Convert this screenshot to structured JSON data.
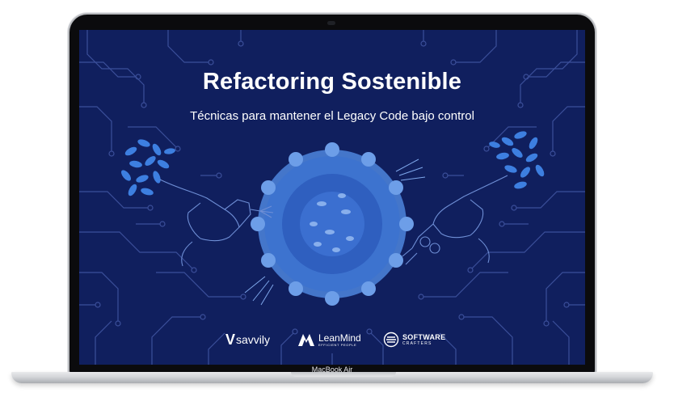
{
  "slide": {
    "title": "Refactoring Sostenible",
    "subtitle": "Técnicas para mantener el Legacy Code bajo control"
  },
  "logos": {
    "savvily": {
      "mark": "V",
      "word": "savvily"
    },
    "leanmind": {
      "word": "LeanMind",
      "tagline": "EFFICIENT PEOPLE"
    },
    "software_crafters": {
      "line1": "SOFTWARE",
      "line2": "CRAFTERS"
    }
  },
  "device": {
    "model_label": "MacBook Air"
  },
  "colors": {
    "screen_background": "#101f5e",
    "circuit_lines": "#3b4f9a",
    "flower_blue": "#3d7fe0",
    "text": "#ffffff"
  },
  "icons": [
    "leaf-cluster-icon",
    "hand-spray-bottle-icon",
    "hand-scissors-icon",
    "flower-ball-icon",
    "savvily-logo-icon",
    "leanmind-logo-icon",
    "software-crafters-logo-icon",
    "camera-icon"
  ]
}
